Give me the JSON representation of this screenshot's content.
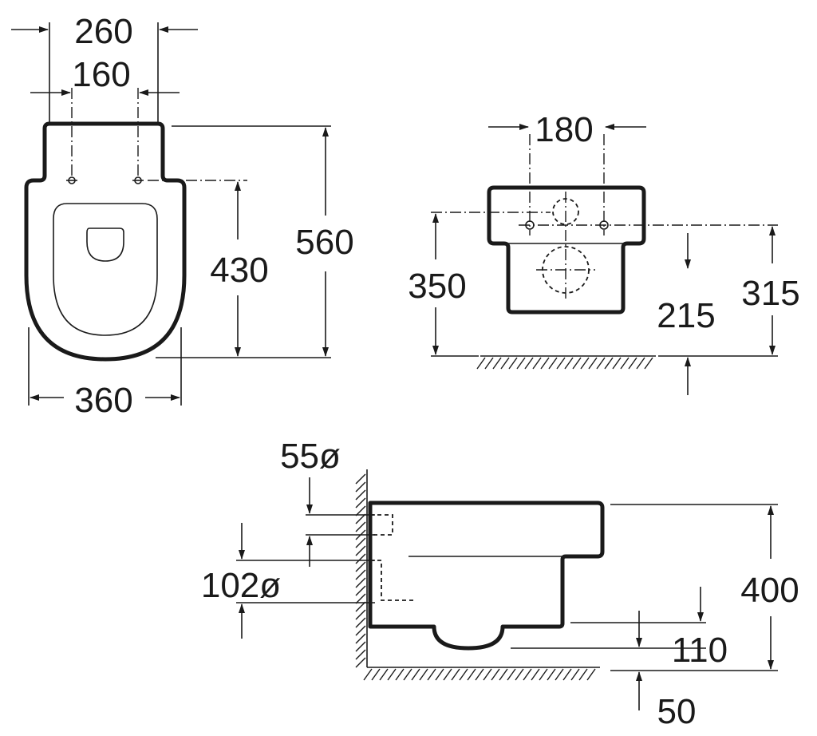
{
  "top_view": {
    "overall_width": "260",
    "fixing_spacing": "160",
    "pan_depth_to_fixings": "430",
    "overall_length": "560",
    "bowl_width": "360"
  },
  "front_view": {
    "fixing_spacing": "180",
    "fixing_height": "350",
    "outlet_height": "215",
    "rim_height": "315"
  },
  "side_view": {
    "water_inlet_diameter": "55ø",
    "waste_outlet_diameter": "102ø",
    "overall_height": "400",
    "foot_height": "110",
    "floor_clearance": "50"
  }
}
